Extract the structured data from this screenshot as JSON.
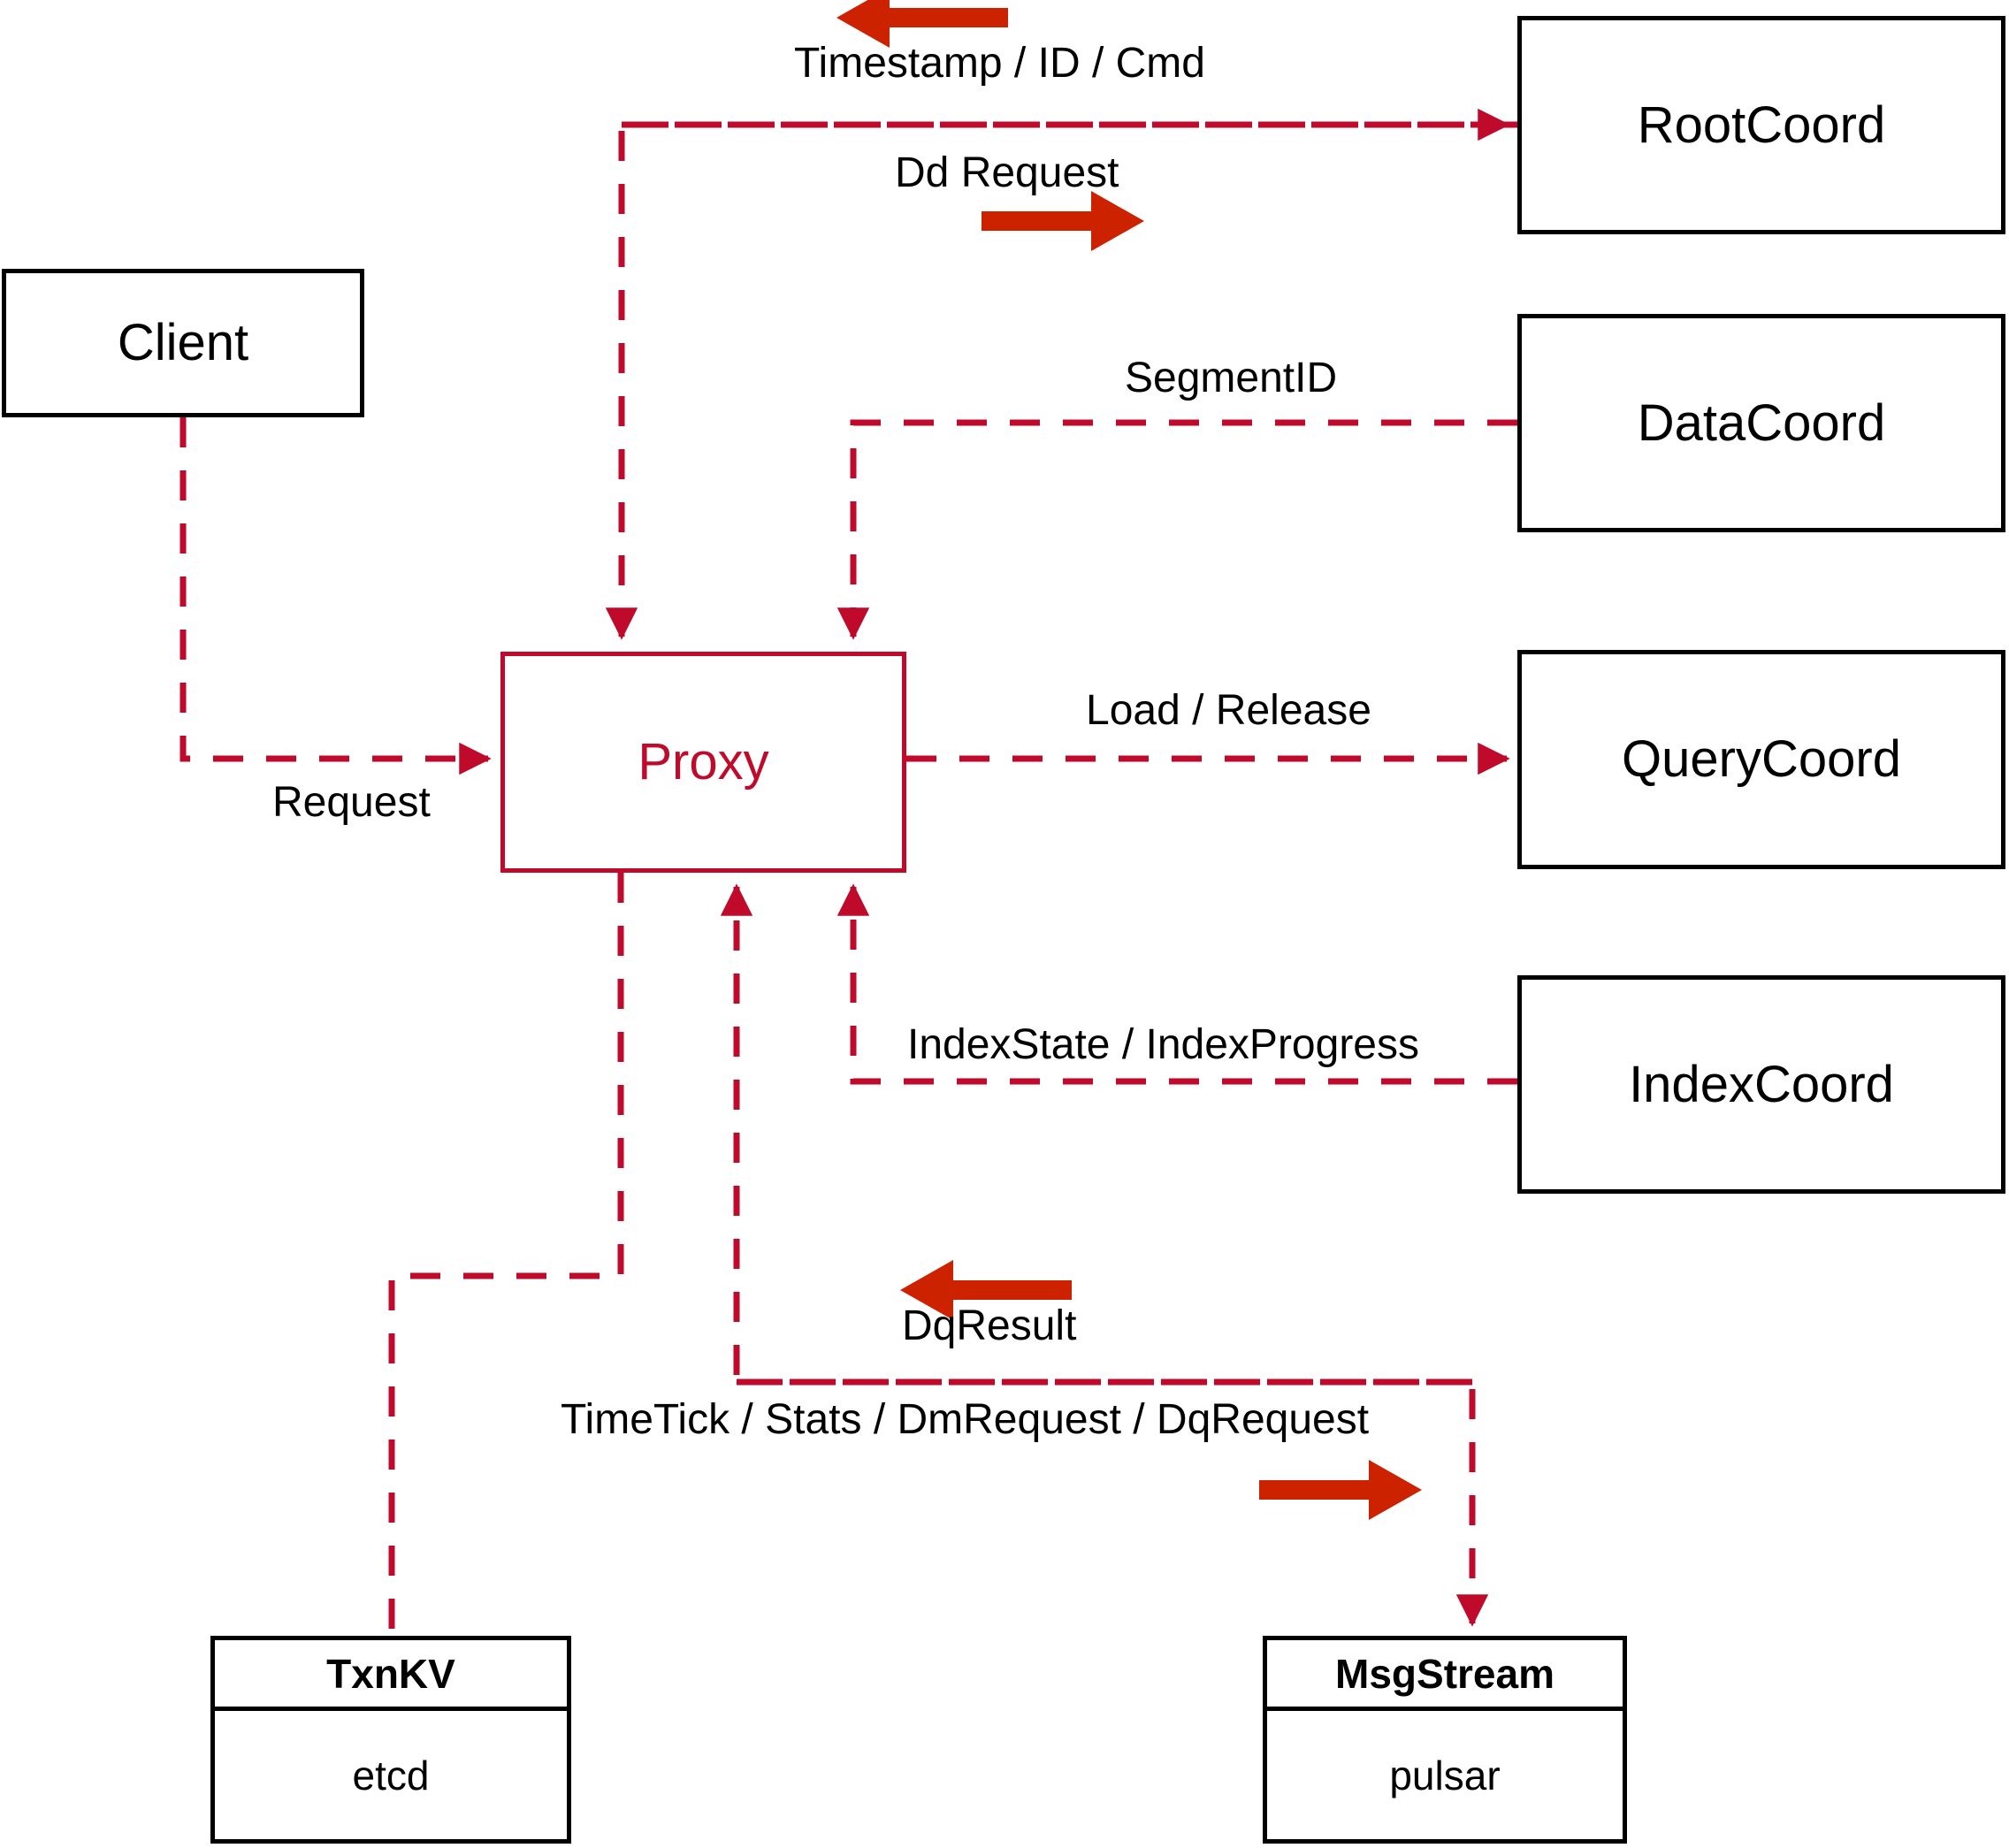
{
  "diagram": {
    "title": "Milvus Proxy interaction diagram",
    "colors": {
      "accent_red": "#C00A2B",
      "arrow_red": "#CC2200",
      "node_border": "#000000",
      "background": "#FFFFFF"
    },
    "nodes": [
      {
        "id": "client",
        "label": "Client",
        "style": "black"
      },
      {
        "id": "proxy",
        "label": "Proxy",
        "style": "red"
      },
      {
        "id": "root_coord",
        "label": "RootCoord",
        "style": "black"
      },
      {
        "id": "data_coord",
        "label": "DataCoord",
        "style": "black"
      },
      {
        "id": "query_coord",
        "label": "QueryCoord",
        "style": "black"
      },
      {
        "id": "index_coord",
        "label": "IndexCoord",
        "style": "black"
      }
    ],
    "stores": [
      {
        "id": "txnkv",
        "title": "TxnKV",
        "impl": "etcd"
      },
      {
        "id": "msgstream",
        "title": "MsgStream",
        "impl": "pulsar"
      }
    ],
    "edge_labels": [
      {
        "id": "timestamp_id_cmd",
        "text": "Timestamp / ID / Cmd"
      },
      {
        "id": "dd_request",
        "text": "Dd Request"
      },
      {
        "id": "segment_id",
        "text": "SegmentID"
      },
      {
        "id": "load_release",
        "text": "Load / Release"
      },
      {
        "id": "index_state",
        "text": "IndexState / IndexProgress"
      },
      {
        "id": "request",
        "text": "Request"
      },
      {
        "id": "dq_result",
        "text": "DqResult"
      },
      {
        "id": "timetick_stats",
        "text": "TimeTick / Stats / DmRequest / DqRequest"
      }
    ]
  }
}
